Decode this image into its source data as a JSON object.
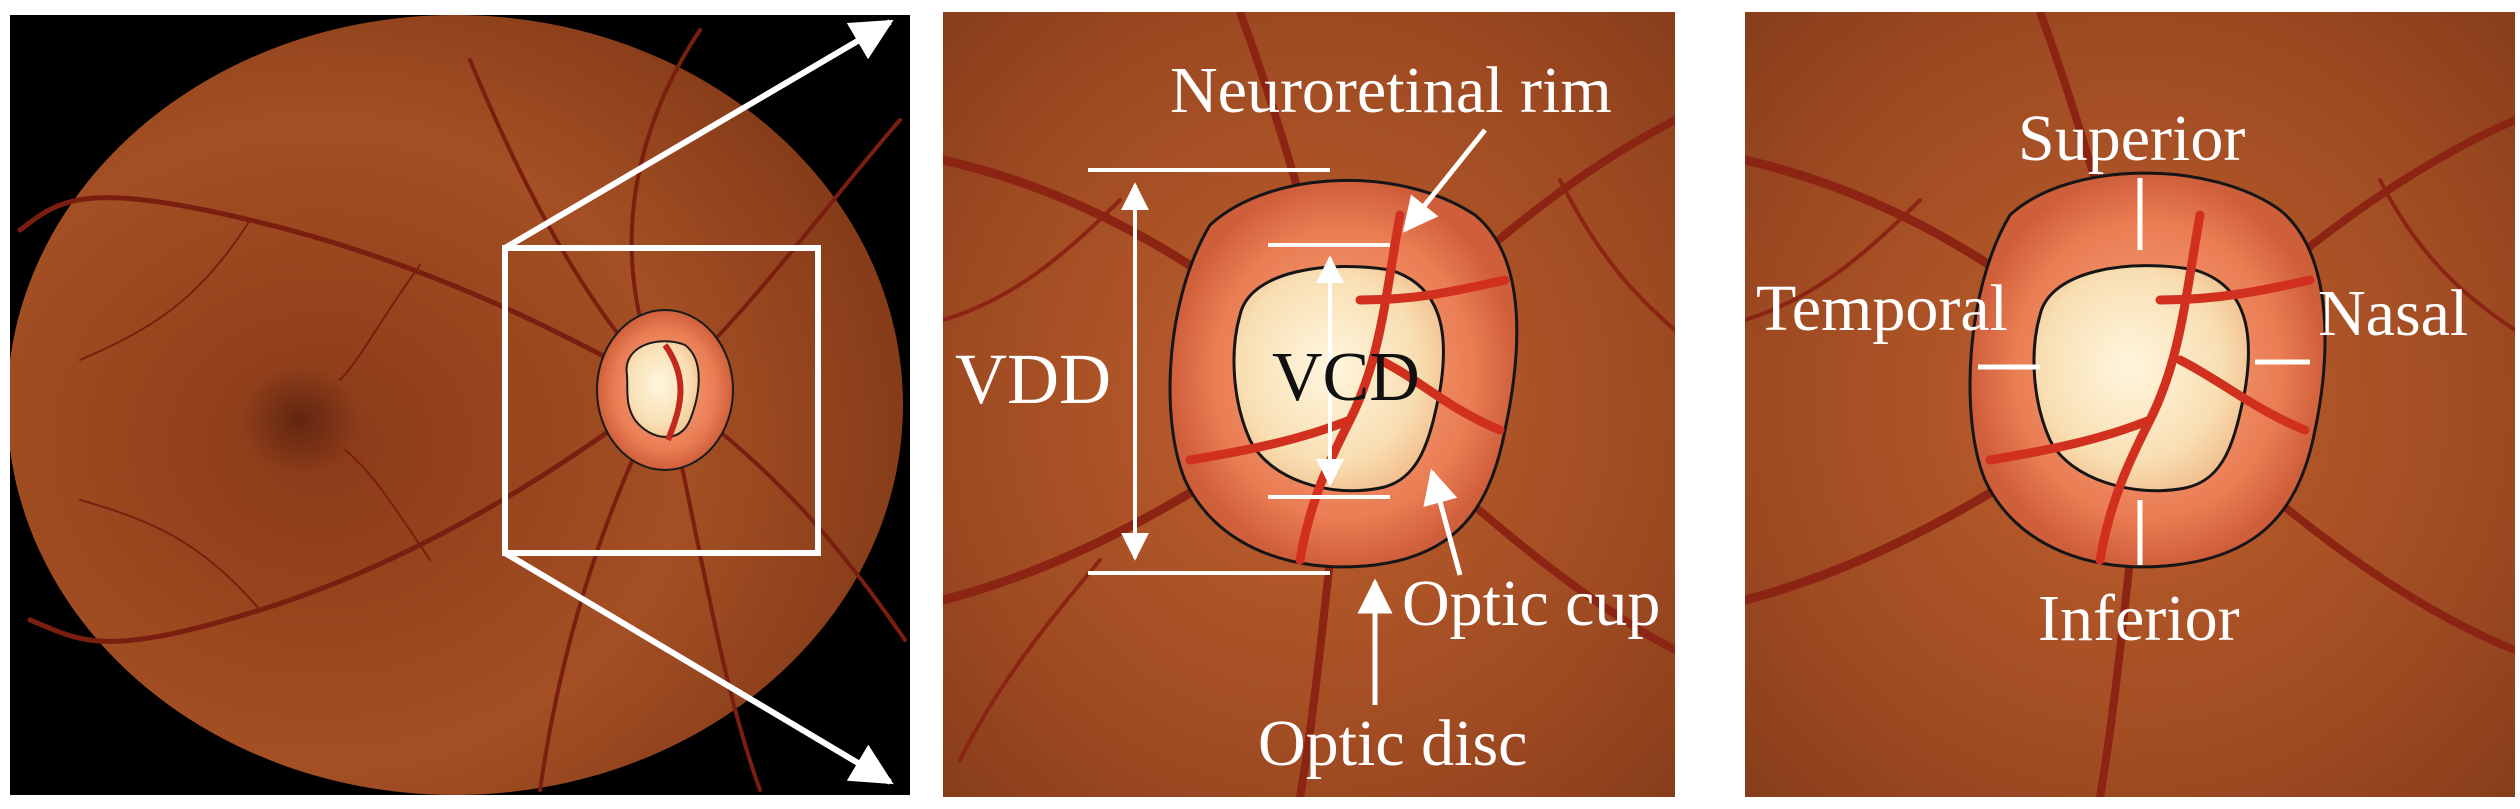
{
  "panels": {
    "fundus": {},
    "zoom": {
      "labels": {
        "neuroretinal_rim": "Neuroretinal rim",
        "vdd": "VDD",
        "vcd": "VCD",
        "optic_cup": "Optic cup",
        "optic_disc": "Optic disc"
      }
    },
    "sectors": {
      "labels": {
        "superior": "Superior",
        "temporal": "Temporal",
        "nasal": "Nasal",
        "inferior": "Inferior"
      }
    }
  },
  "colors": {
    "background": "#ffffff",
    "fundus_mask": "#000000",
    "retina": "#9a4a22",
    "disc": "#ee8a60",
    "cup": "#f8e6bf",
    "vessel": "#8c1f14",
    "annotation": "#ffffff",
    "outline": "#161616"
  }
}
